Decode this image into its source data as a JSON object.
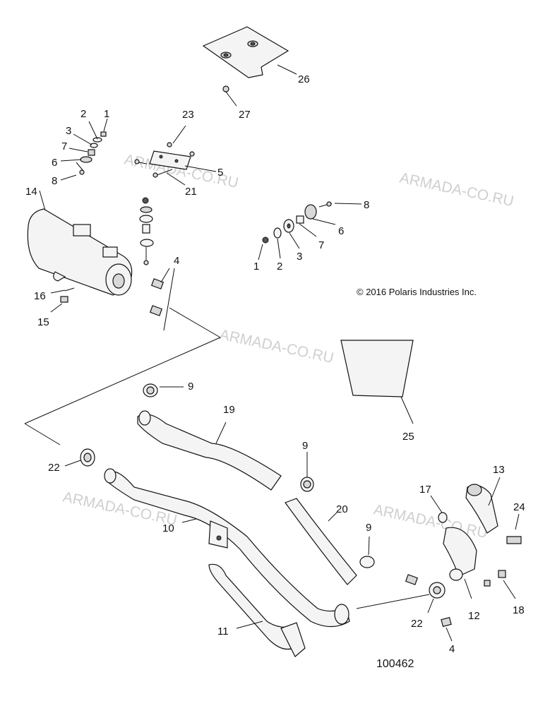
{
  "copyright": "© 2016 Polaris Industries Inc.",
  "diagram_id": "100462",
  "watermark": "ARMADA-CO.RU",
  "callouts": {
    "c26": "26",
    "c27": "27",
    "c2a": "2",
    "c1a": "1",
    "c3a": "3",
    "c7a": "7",
    "c6a": "6",
    "c8a": "8",
    "c23": "23",
    "c5a": "5",
    "c21": "21",
    "c14": "14",
    "c8b": "8",
    "c6b": "6",
    "c7b": "7",
    "c1b": "1",
    "c2b": "2",
    "c3b": "3",
    "c4a": "4",
    "c16": "16",
    "c15": "15",
    "c9a": "9",
    "c19": "19",
    "c25": "25",
    "c22a": "22",
    "c9b": "9",
    "c10": "10",
    "c20": "20",
    "c9c": "9",
    "c17": "17",
    "c13": "13",
    "c24": "24",
    "c11": "11",
    "c22b": "22",
    "c12": "12",
    "c18": "18",
    "c4b": "4"
  }
}
